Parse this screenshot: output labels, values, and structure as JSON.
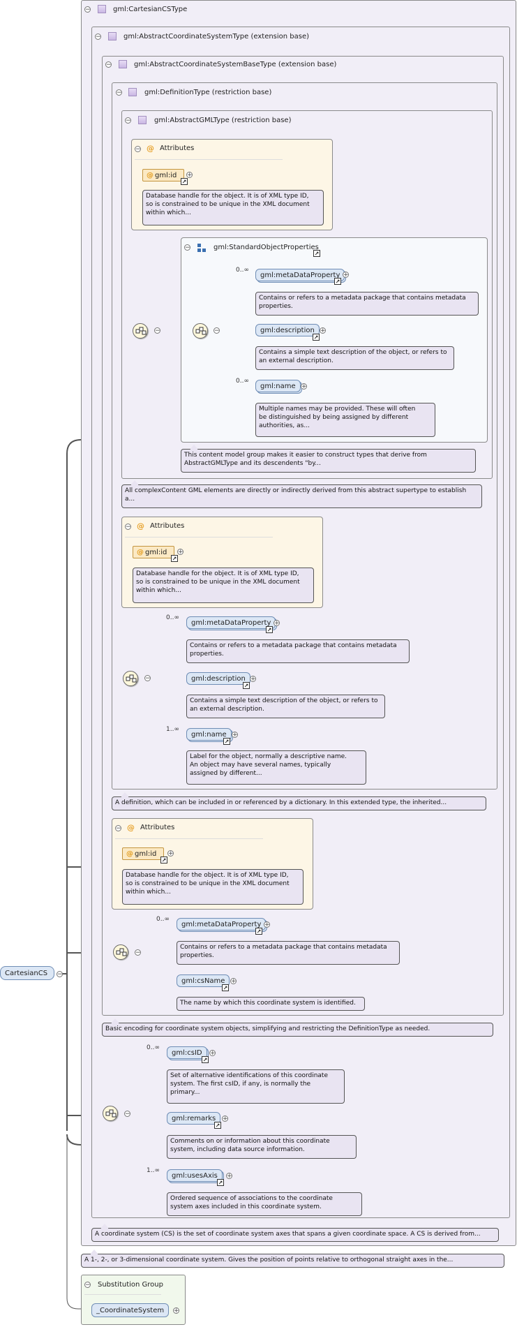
{
  "root": {
    "label": "CartesianCS"
  },
  "types": {
    "cartesian": "gml:CartesianCSType",
    "abstract_cs": "gml:AbstractCoordinateSystemType (extension base)",
    "abstract_cs_base": "gml:AbstractCoordinateSystemBaseType (extension base)",
    "definition": "gml:DefinitionType (restriction base)",
    "abstract_gml": "gml:AbstractGMLType (restriction base)"
  },
  "attributes_label": "Attributes",
  "gml_id": {
    "label": "gml:id",
    "doc": [
      "Database handle for the object. It is of XML type ID,",
      "so is constrained to be unique in the XML document",
      "within which..."
    ]
  },
  "standard_object_properties": {
    "label": "gml:StandardObjectProperties"
  },
  "elements": {
    "metadata_property": {
      "label": "gml:metaDataProperty",
      "occ": "0..∞",
      "doc": [
        "Contains or refers to a metadata package that contains metadata",
        "properties."
      ]
    },
    "description": {
      "label": "gml:description",
      "doc": [
        "Contains a simple text description of the object, or refers to",
        "an external description."
      ]
    },
    "name_sop": {
      "label": "gml:name",
      "occ": "0..∞",
      "doc": [
        "Multiple names may be provided. These will often",
        "be distinguished by being assigned by different",
        "authorities, as..."
      ]
    },
    "name_def": {
      "label": "gml:name",
      "occ": "1..∞",
      "doc": [
        "Label for the object, normally a descriptive name.",
        "An object may have several names, typically",
        "assigned by different..."
      ]
    },
    "cs_name": {
      "label": "gml:csName",
      "doc": [
        "The name by which this coordinate system is identified."
      ]
    },
    "cs_id": {
      "label": "gml:csID",
      "occ": "0..∞",
      "doc": [
        "Set of alternative identifications of this coordinate",
        "system. The first csID, if any, is normally the",
        "primary..."
      ]
    },
    "remarks": {
      "label": "gml:remarks",
      "doc": [
        "Comments on or information about this coordinate",
        "system, including data source information."
      ]
    },
    "uses_axis": {
      "label": "gml:usesAxis",
      "occ": "1..∞",
      "doc": [
        "Ordered sequence of associations to the coordinate",
        "system axes included in this coordinate system."
      ]
    }
  },
  "notes": {
    "sop_group": [
      "This content model group makes it easier to construct types that derive from",
      "AbstractGMLType and its descendents \"by..."
    ],
    "abstract_gml": [
      "All complexContent GML elements are directly or indirectly derived from this abstract supertype to establish",
      "a..."
    ],
    "definition": "A definition, which can be included in or referenced by a dictionary. In this extended type, the inherited...",
    "abstract_cs_base": "Basic encoding for coordinate system objects, simplifying and restricting the DefinitionType as needed.",
    "abstract_cs": "A coordinate system (CS) is the set of coordinate system axes that spans a given coordinate space. A CS is derived from...",
    "cartesian": "A 1-, 2-, or 3-dimensional coordinate system. Gives the position of points relative to orthogonal straight axes in the..."
  },
  "substitution_group": {
    "label": "Substitution Group",
    "element": "_CoordinateSystem"
  },
  "icons": {
    "collapse": "minus-toggle-icon",
    "expand": "plus-expand-icon",
    "type": "complex-type-icon",
    "attribute": "at-sign-icon",
    "sequence": "sequence-compositor-icon",
    "group": "model-group-icon",
    "link": "reference-arrow-icon"
  },
  "colors": {
    "type_bg": "#f1eef7",
    "attr_bg": "#fdf6e6",
    "element_bg": "#dce7f5",
    "doc_bg": "#e9e4f2",
    "subst_bg": "#f1f8ec"
  }
}
